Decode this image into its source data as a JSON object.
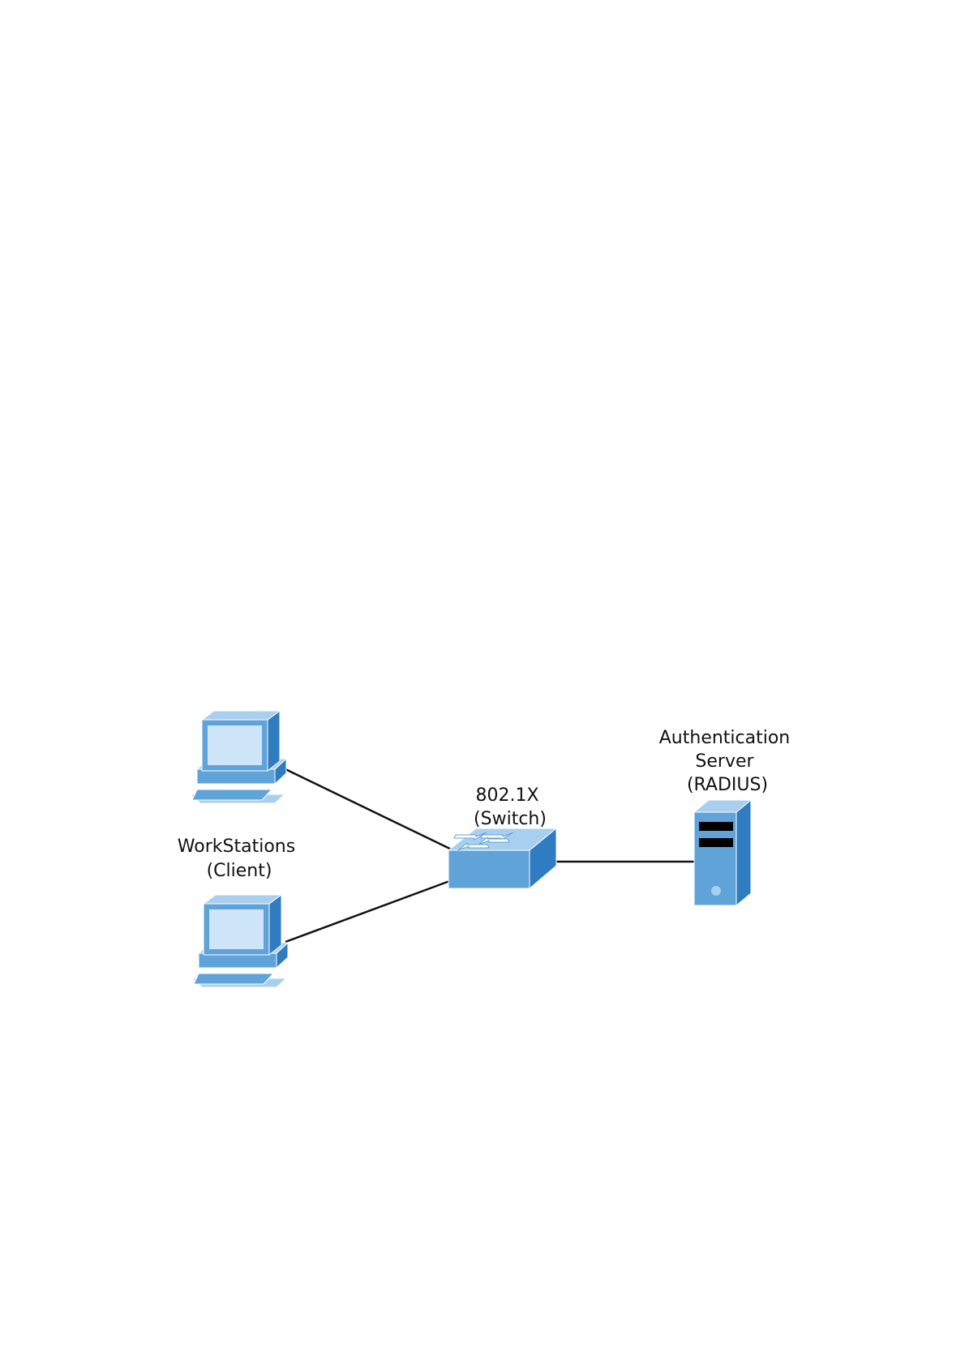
{
  "colors": {
    "device_front": "#5fa3d8",
    "device_top": "#a9cfee",
    "device_side": "#2f7cc1",
    "screen": "#cfe6fa",
    "server_slot": "#000000",
    "link": "#111111",
    "switch_arrow": "#ffffff"
  },
  "icons": {
    "workstation": "desktop-computer-icon",
    "switch": "network-switch-icon",
    "server": "server-tower-icon"
  },
  "nodes": {
    "workstations": {
      "label_lines": [
        "WorkStations",
        "(Client)"
      ]
    },
    "switch": {
      "label_lines": [
        "802.1X",
        "(Switch)"
      ]
    },
    "server": {
      "label_lines": [
        "Authentication",
        "Server",
        "(RADIUS)"
      ]
    }
  },
  "links": [
    {
      "from": "workstation-1",
      "to": "switch"
    },
    {
      "from": "workstation-2",
      "to": "switch"
    },
    {
      "from": "switch",
      "to": "server"
    }
  ]
}
